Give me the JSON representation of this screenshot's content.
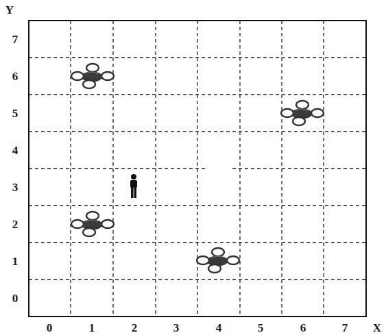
{
  "diagram": {
    "labels": [
      "Y",
      "7",
      "6",
      "5",
      "4",
      "3",
      "2",
      "1",
      "0",
      "0",
      "1",
      "2",
      "3",
      "4",
      "5",
      "6",
      "7",
      "X"
    ]
  }
}
